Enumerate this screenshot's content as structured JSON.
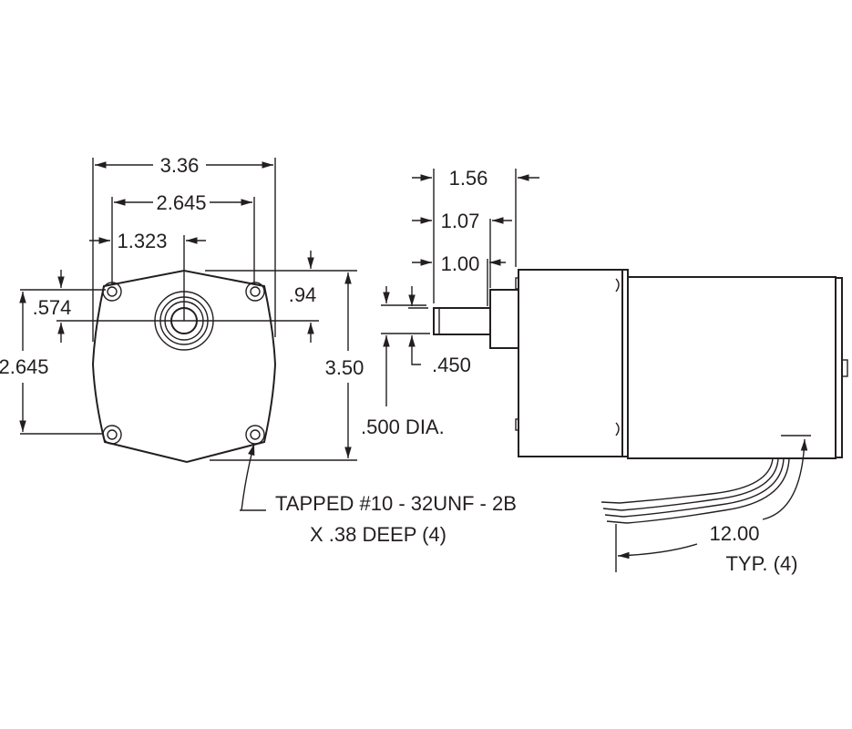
{
  "colors": {
    "ink": "#231f20",
    "background": "#ffffff"
  },
  "front_view": {
    "overall_width": "3.36",
    "hole_spacing_horizontal": "2.645",
    "hole_to_center": "1.323",
    "hole_to_shaft_vertical": ".574",
    "hole_spacing_vertical": "2.645",
    "top_to_shaft": ".94",
    "overall_height": "3.50",
    "tapped_note_line1": "TAPPED #10 - 32UNF - 2B",
    "tapped_note_line2": "X .38 DEEP (4)"
  },
  "side_view": {
    "dim_1": "1.56",
    "dim_2": "1.07",
    "dim_3": "1.00",
    "flat": ".450",
    "shaft_dia": ".500 DIA.",
    "lead_length": "12.00",
    "lead_note": "TYP. (4)"
  }
}
